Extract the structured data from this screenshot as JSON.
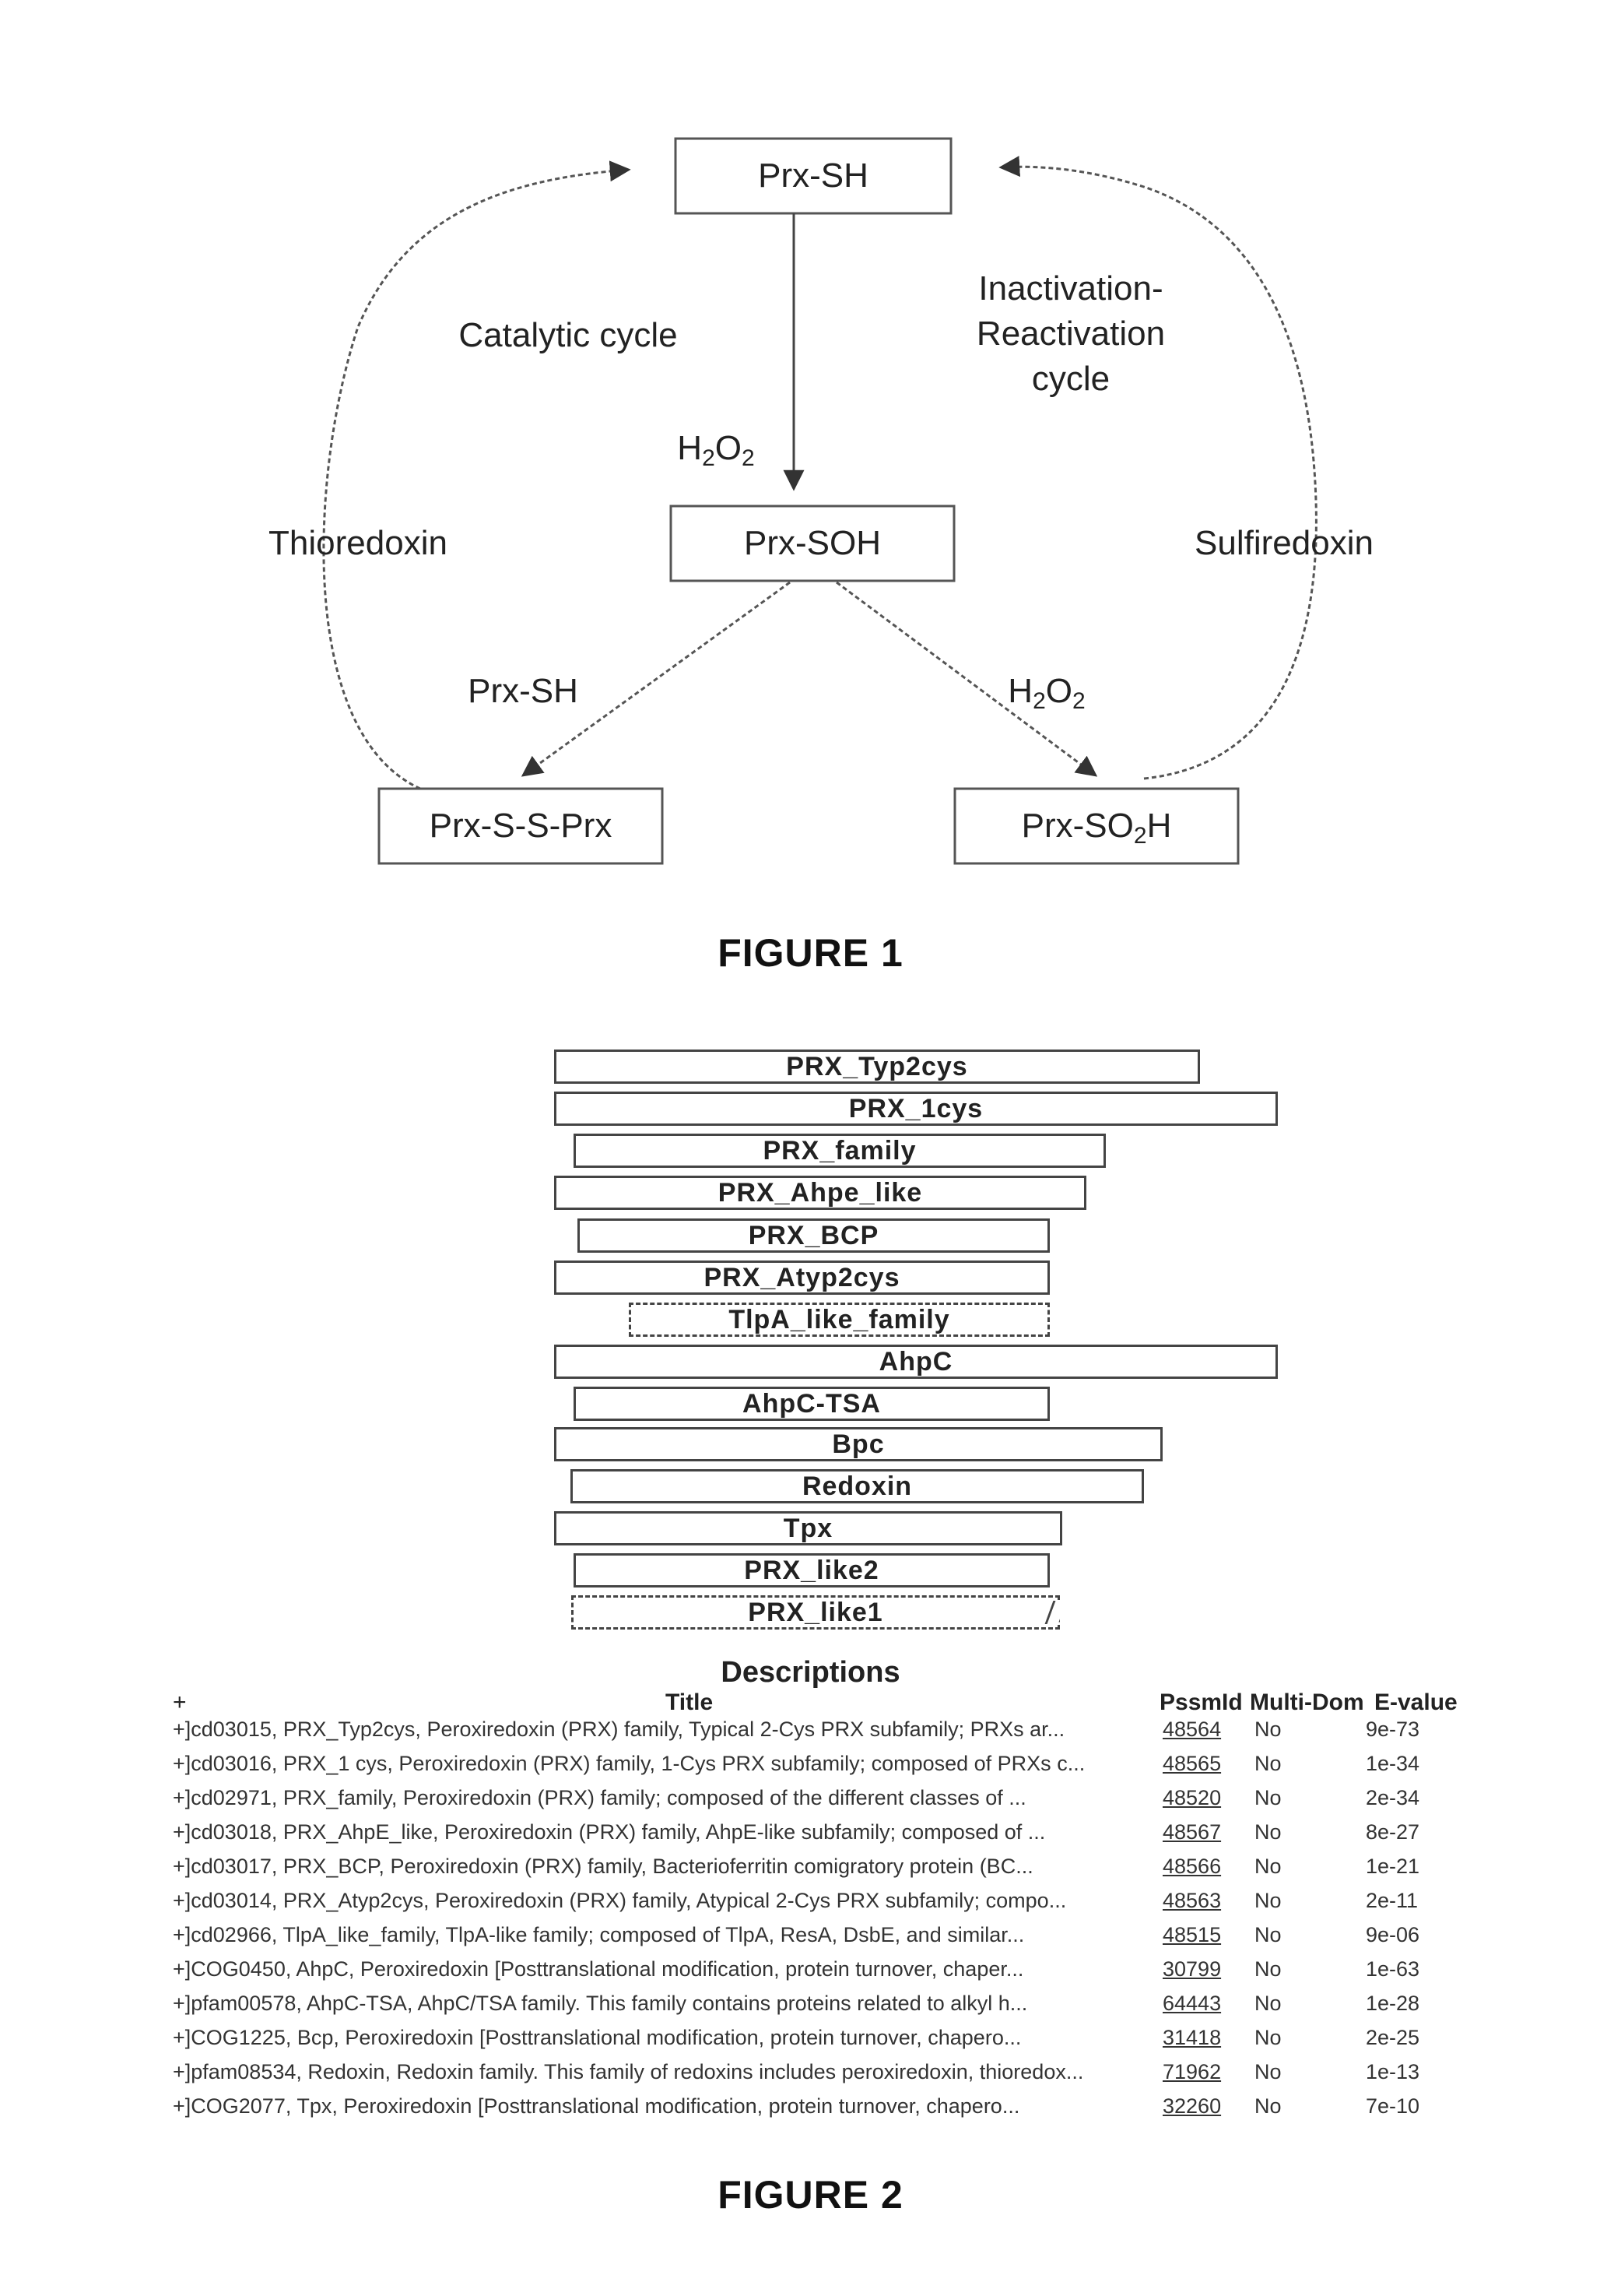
{
  "figure1": {
    "caption": "FIGURE 1",
    "nodes": {
      "top": "Prx-SH",
      "middle": "Prx-SOH",
      "left": "Prx-S-S-Prx",
      "right_prefix": "Prx-SO",
      "right_sub": "2",
      "right_suffix": "H"
    },
    "labels": {
      "catalytic_cycle": "Catalytic cycle",
      "inactivation_line1": "Inactivation-",
      "inactivation_line2": "Reactivation",
      "inactivation_line3": "cycle",
      "thioredoxin": "Thioredoxin",
      "sulfiredoxin": "Sulfiredoxin",
      "h2o2_a": "H",
      "h2o2_sub1": "2",
      "h2o2_b": "O",
      "h2o2_sub2": "2",
      "prx_sh_edge": "Prx-SH"
    }
  },
  "figure2": {
    "caption": "FIGURE 2",
    "domains": [
      {
        "label": "PRX_Typ2cys"
      },
      {
        "label": "PRX_1cys"
      },
      {
        "label": "PRX_family"
      },
      {
        "label": "PRX_Ahpe_like"
      },
      {
        "label": "PRX_BCP"
      },
      {
        "label": "PRX_Atyp2cys"
      },
      {
        "label": "TlpA_like_family"
      },
      {
        "label": "AhpC"
      },
      {
        "label": "AhpC-TSA"
      },
      {
        "label": "Bpc"
      },
      {
        "label": "Redoxin"
      },
      {
        "label": "Tpx"
      },
      {
        "label": "PRX_like2"
      },
      {
        "label": "PRX_like1"
      }
    ],
    "descriptions": {
      "heading": "Descriptions",
      "plus": "+",
      "columns": {
        "title": "Title",
        "pssmid": "PssmId",
        "multidom": "Multi-Dom",
        "evalue": "E-value"
      },
      "rows": [
        {
          "title": "+]cd03015, PRX_Typ2cys, Peroxiredoxin (PRX) family, Typical 2-Cys PRX subfamily; PRXs ar...",
          "pssmid": "48564",
          "multidom": "No",
          "evalue": "9e-73"
        },
        {
          "title": "+]cd03016, PRX_1 cys, Peroxiredoxin (PRX) family, 1-Cys PRX subfamily; composed of PRXs c...",
          "pssmid": "48565",
          "multidom": "No",
          "evalue": "1e-34"
        },
        {
          "title": "+]cd02971, PRX_family, Peroxiredoxin (PRX) family; composed of the different classes of ...",
          "pssmid": "48520",
          "multidom": "No",
          "evalue": "2e-34"
        },
        {
          "title": "+]cd03018, PRX_AhpE_like, Peroxiredoxin (PRX) family, AhpE-like subfamily; composed of ...",
          "pssmid": "48567",
          "multidom": "No",
          "evalue": "8e-27"
        },
        {
          "title": "+]cd03017, PRX_BCP, Peroxiredoxin (PRX) family, Bacterioferritin comigratory protein (BC...",
          "pssmid": "48566",
          "multidom": "No",
          "evalue": "1e-21"
        },
        {
          "title": "+]cd03014, PRX_Atyp2cys, Peroxiredoxin (PRX) family, Atypical 2-Cys PRX subfamily; compo...",
          "pssmid": "48563",
          "multidom": "No",
          "evalue": "2e-11"
        },
        {
          "title": "+]cd02966, TlpA_like_family, TlpA-like family; composed of TlpA, ResA, DsbE, and similar...",
          "pssmid": "48515",
          "multidom": "No",
          "evalue": "9e-06"
        },
        {
          "title": "+]COG0450, AhpC, Peroxiredoxin [Posttranslational modification, protein turnover, chaper...",
          "pssmid": "30799",
          "multidom": "No",
          "evalue": "1e-63"
        },
        {
          "title": "+]pfam00578, AhpC-TSA, AhpC/TSA family. This family contains proteins related to alkyl h...",
          "pssmid": "64443",
          "multidom": "No",
          "evalue": "1e-28"
        },
        {
          "title": "+]COG1225, Bcp, Peroxiredoxin [Posttranslational modification, protein turnover, chapero...",
          "pssmid": "31418",
          "multidom": "No",
          "evalue": "2e-25"
        },
        {
          "title": "+]pfam08534, Redoxin, Redoxin family. This family of redoxins includes peroxiredoxin, thioredox...",
          "pssmid": "71962",
          "multidom": "No",
          "evalue": "1e-13"
        },
        {
          "title": "+]COG2077, Tpx, Peroxiredoxin [Posttranslational modification, protein turnover, chapero...",
          "pssmid": "32260",
          "multidom": "No",
          "evalue": "7e-10"
        }
      ]
    }
  }
}
